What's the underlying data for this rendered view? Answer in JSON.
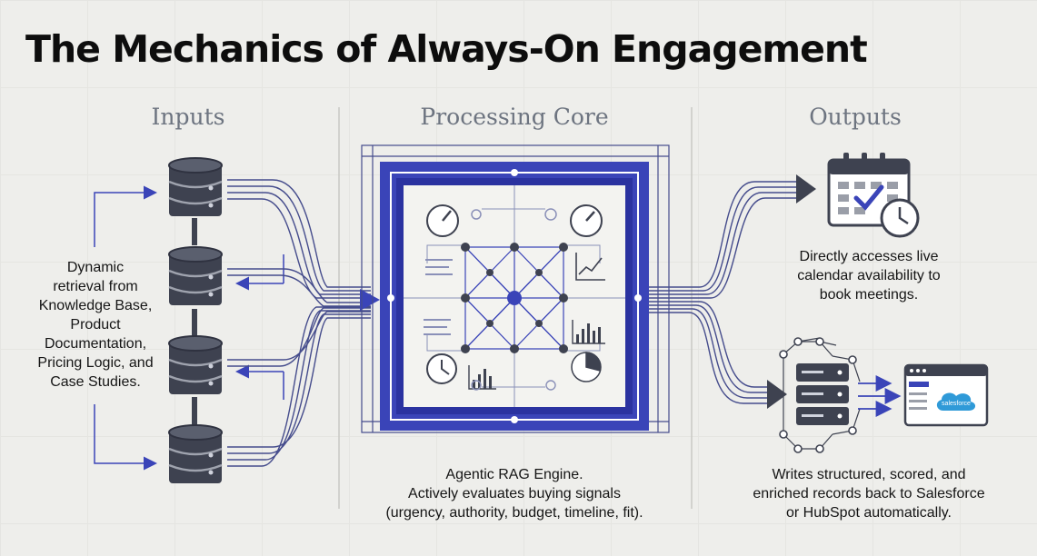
{
  "title": "The Mechanics of Always-On Engagement",
  "columns": {
    "inputs": "Inputs",
    "processing": "Processing Core",
    "outputs": "Outputs"
  },
  "captions": {
    "inputs": [
      "Dynamic",
      "retrieval from",
      "Knowledge Base,",
      "Product",
      "Documentation,",
      "Pricing Logic, and",
      "Case Studies."
    ],
    "processing": [
      "Agentic RAG Engine.",
      "Actively evaluates buying signals",
      "(urgency, authority, budget, timeline, fit)."
    ],
    "calendar": [
      "Directly accesses live",
      "calendar availability to",
      "book meetings."
    ],
    "crm": [
      "Writes structured, scored, and",
      "enriched records back to Salesforce",
      "or HubSpot automatically."
    ]
  },
  "crm_logo": "salesforce",
  "icons": [
    "database-icon",
    "gauge-icon",
    "bar-chart-icon",
    "line-chart-icon",
    "list-icon",
    "clock-icon",
    "pie-icon",
    "neural-network-icon",
    "calendar-icon",
    "server-icon",
    "browser-window-icon",
    "cloud-icon"
  ],
  "colors": {
    "accent": "#3a44b8",
    "accent_dark": "#2a32a0",
    "line": "#454c8c",
    "ink": "#3e4250",
    "muted": "#6d7480"
  }
}
